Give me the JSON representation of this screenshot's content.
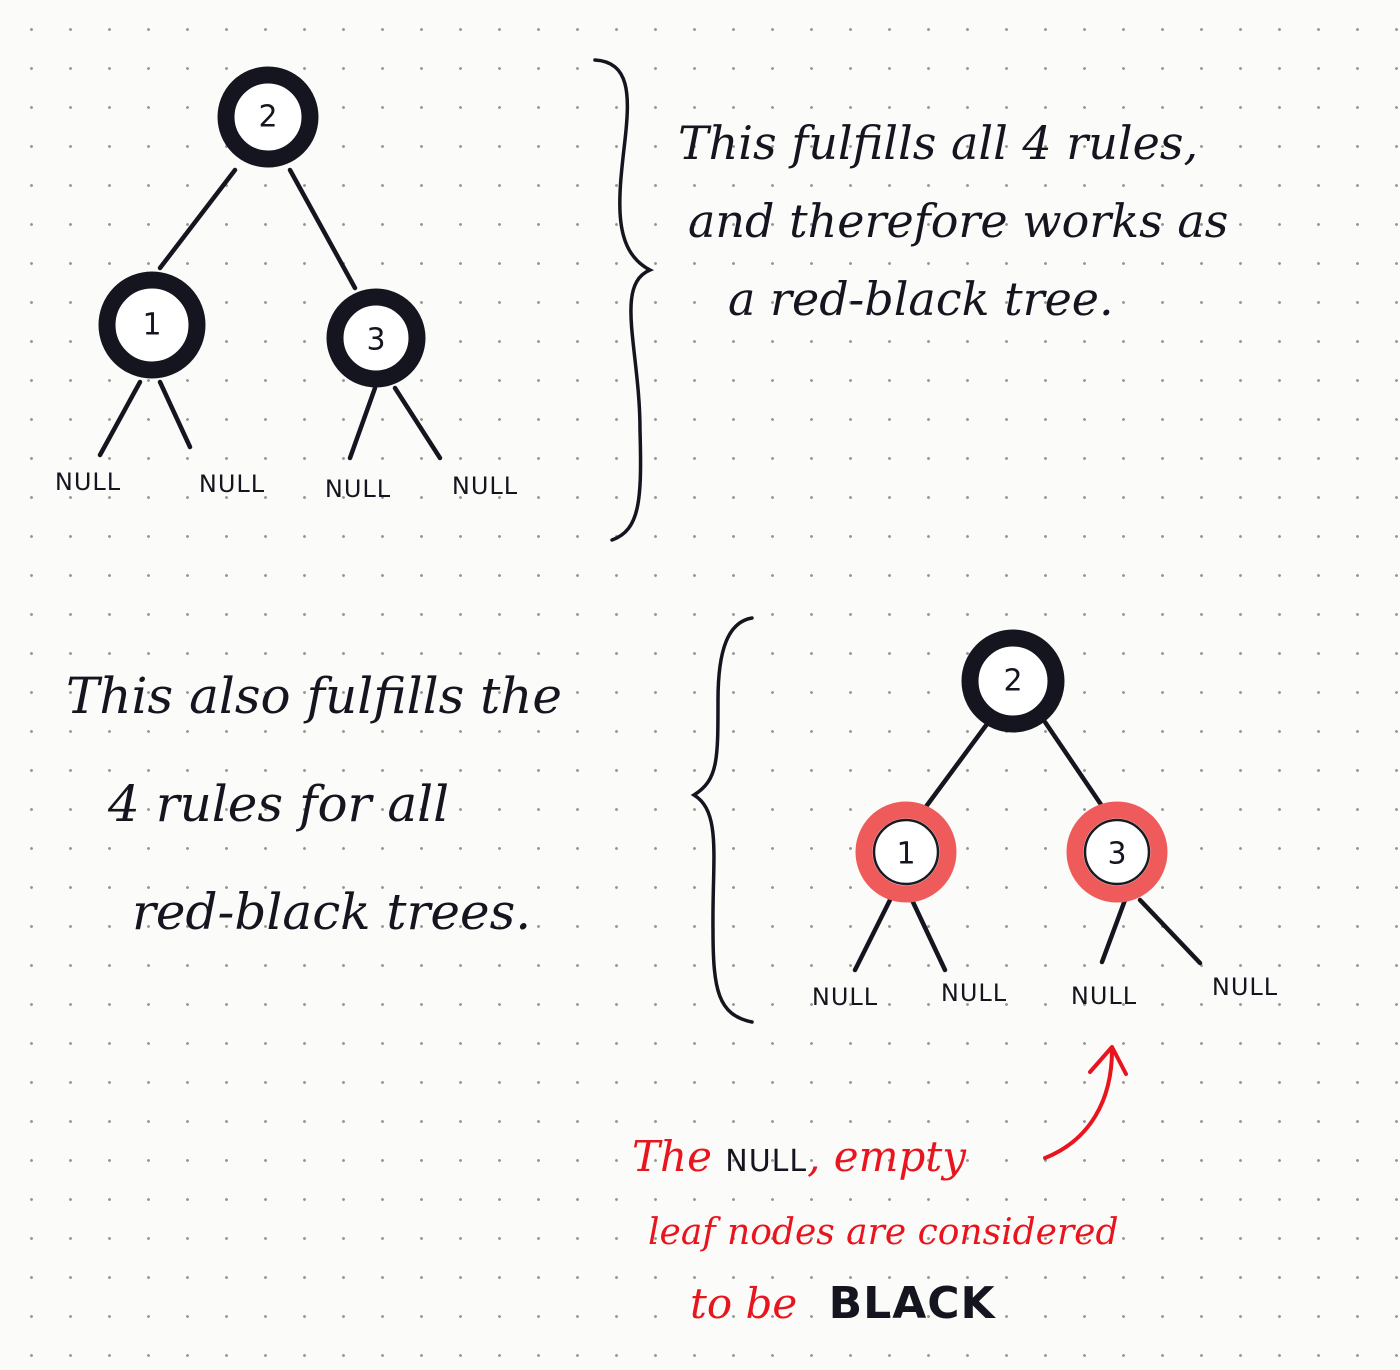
{
  "diagram_top": {
    "nodes": [
      {
        "label": "2",
        "color": "black"
      },
      {
        "label": "1",
        "color": "black"
      },
      {
        "label": "3",
        "color": "black"
      }
    ],
    "null_leaves": [
      "NULL",
      "NULL",
      "NULL",
      "NULL"
    ],
    "caption": [
      "This fulfills all 4 rules,",
      "and therefore works as",
      "a red-black tree."
    ]
  },
  "diagram_bottom": {
    "nodes": [
      {
        "label": "2",
        "color": "black"
      },
      {
        "label": "1",
        "color": "red"
      },
      {
        "label": "3",
        "color": "red"
      }
    ],
    "null_leaves": [
      "NULL",
      "NULL",
      "NULL",
      "NULL"
    ],
    "caption": [
      "This also fulfills the",
      "4 rules for all",
      "red-black trees."
    ]
  },
  "red_note": {
    "line1_prefix": "The",
    "line1_null": "NULL",
    "line1_suffix": ", empty",
    "line2": "leaf nodes are considered",
    "line3_prefix": "to be",
    "line3_emphasis": "BLACK"
  },
  "colors": {
    "ink": "#15151f",
    "red_node": "#ef5a5a",
    "red_ink": "#e8151e",
    "paper": "#fbfbf9"
  }
}
